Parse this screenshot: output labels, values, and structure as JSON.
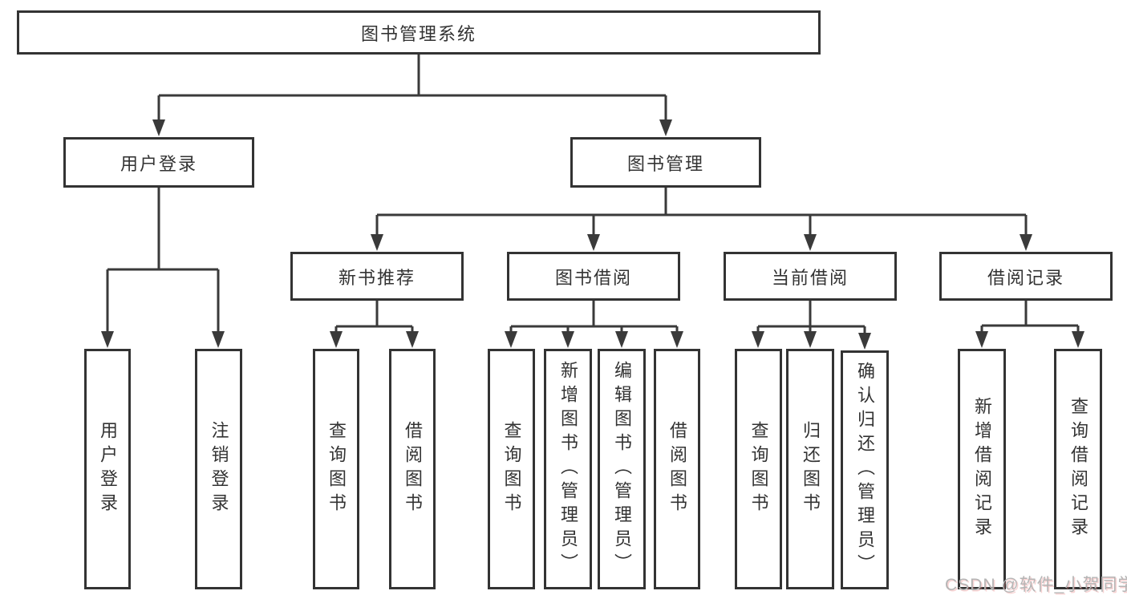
{
  "colors": {
    "line": "#3a3a3a",
    "border": "#333333",
    "text": "#333333",
    "background": "#ffffff",
    "watermark": "#b5b5b5"
  },
  "nodes": {
    "system": "图书管理系统",
    "user_login": "用户登录",
    "book_mgmt": "图书管理",
    "new_books": "新书推荐",
    "book_borrow": "图书借阅",
    "current_borrow": "当前借阅",
    "borrow_records": "借阅记录",
    "leaves": {
      "user_login": "用户登录",
      "logout": "注销登录",
      "nb_query": "查询图书",
      "nb_borrow": "借阅图书",
      "bb_query": "查询图书",
      "bb_add": "新增图书（管理员）",
      "bb_edit": "编辑图书（管理员）",
      "bb_borrow": "借阅图书",
      "cb_query": "查询图书",
      "cb_return": "归还图书",
      "cb_confirm": "确认归还（管理员）",
      "br_add": "新增借阅记录",
      "br_query": "查询借阅记录"
    }
  },
  "watermark": "CSDN @软件_小贺同学"
}
